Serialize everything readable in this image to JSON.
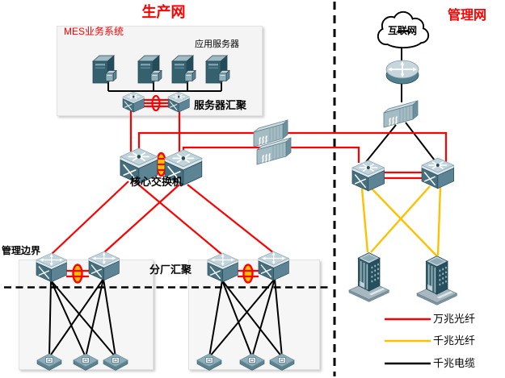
{
  "diagram": {
    "production_title": "生产网",
    "management_title": "管理网",
    "mes_box_title": "MES业务系统",
    "app_server_label": "应用服务器",
    "server_agg_label": "服务器汇聚",
    "core_switch_label": "核心交换机",
    "mgmt_boundary_label": "管理边界",
    "branch_agg_label": "分厂汇聚",
    "internet_label": "互联网"
  },
  "legend": {
    "items": [
      {
        "label": "万兆光纤",
        "color": "#ff0000"
      },
      {
        "label": "千兆光纤",
        "color": "#ffc000"
      },
      {
        "label": "千兆电缆",
        "color": "#000000"
      }
    ]
  },
  "colors": {
    "link_10g_fiber": "#ff0000",
    "link_1g_fiber": "#ffc000",
    "link_1g_cable": "#000000",
    "title_red": "#ff0000",
    "device_teal": "#46707f",
    "box_fill": "#f4f4f4"
  }
}
